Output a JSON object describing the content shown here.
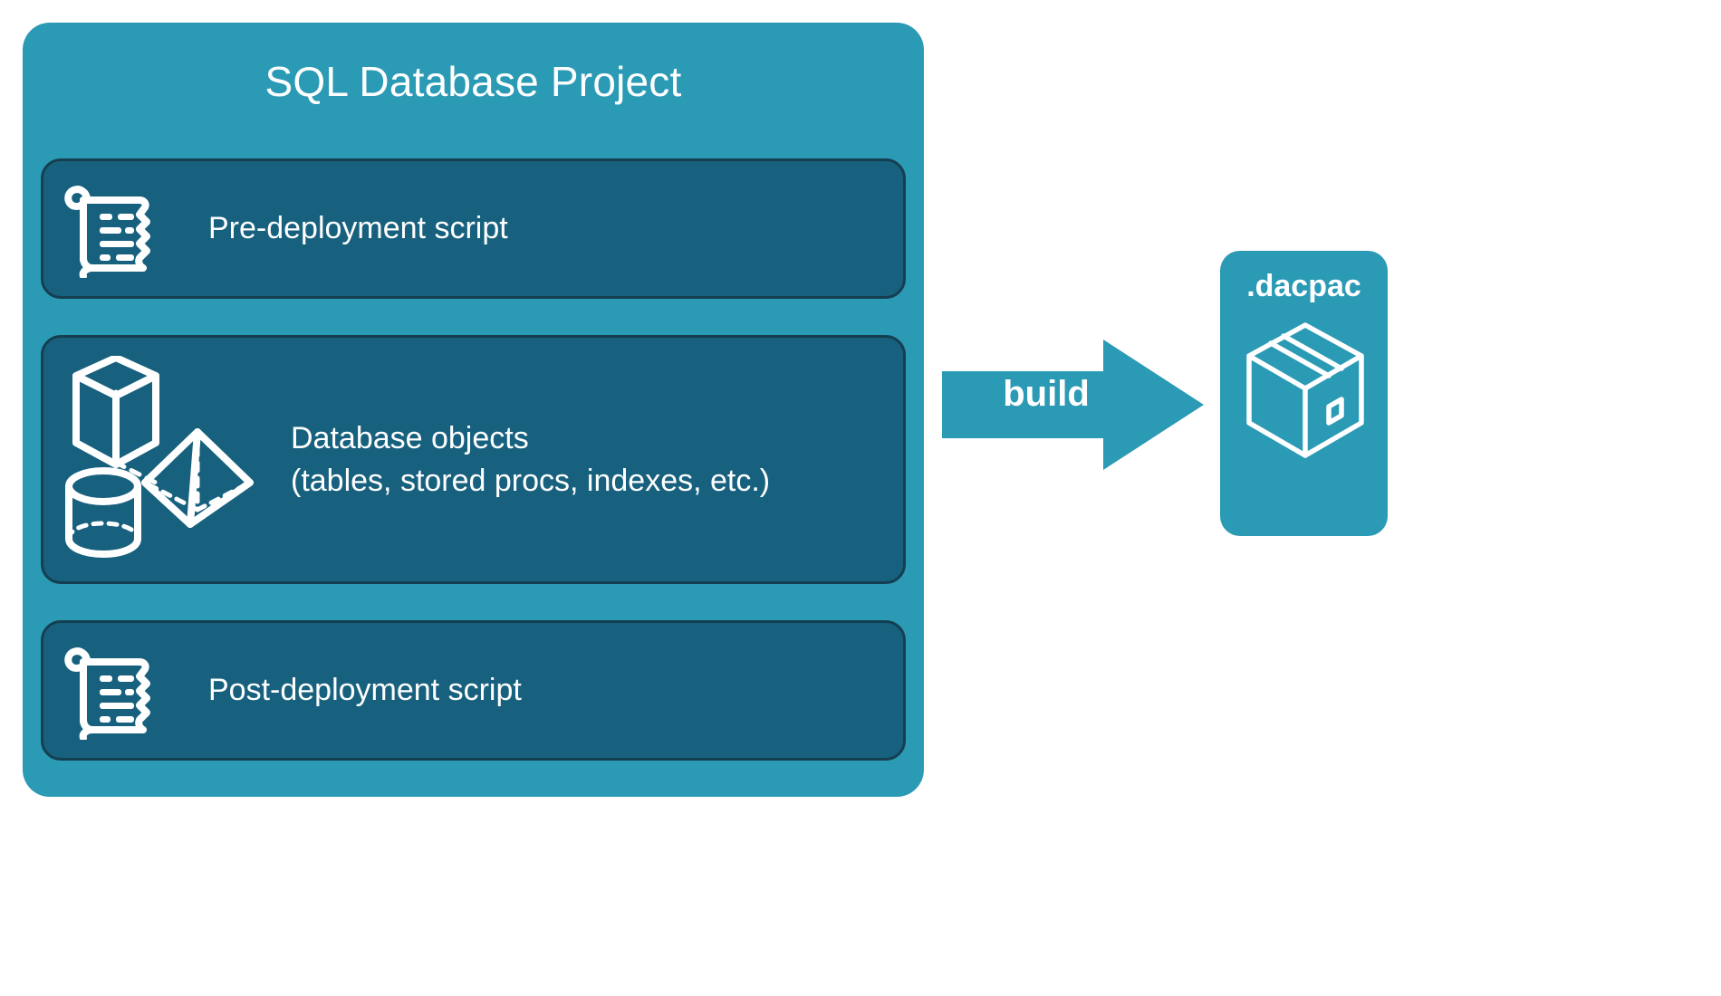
{
  "diagram": {
    "title": "SQL Database Project",
    "colors": {
      "outer_card": "#2b9ab5",
      "inner_box": "#17617f",
      "inner_box_border": "#153f50",
      "text": "#ffffff",
      "arrow": "#2b9ab5",
      "background": "#ffffff"
    },
    "project": {
      "title": "SQL Database Project",
      "items": [
        {
          "label": "Pre-deployment script",
          "icon": "scroll-icon"
        },
        {
          "label": "Database objects\n(tables, stored procs, indexes, etc.)",
          "icon": "shapes-icon"
        },
        {
          "label": "Post-deployment script",
          "icon": "scroll-icon"
        }
      ]
    },
    "arrow": {
      "label": "build",
      "direction": "right"
    },
    "output": {
      "title": ".dacpac",
      "icon": "package-box-icon"
    }
  }
}
